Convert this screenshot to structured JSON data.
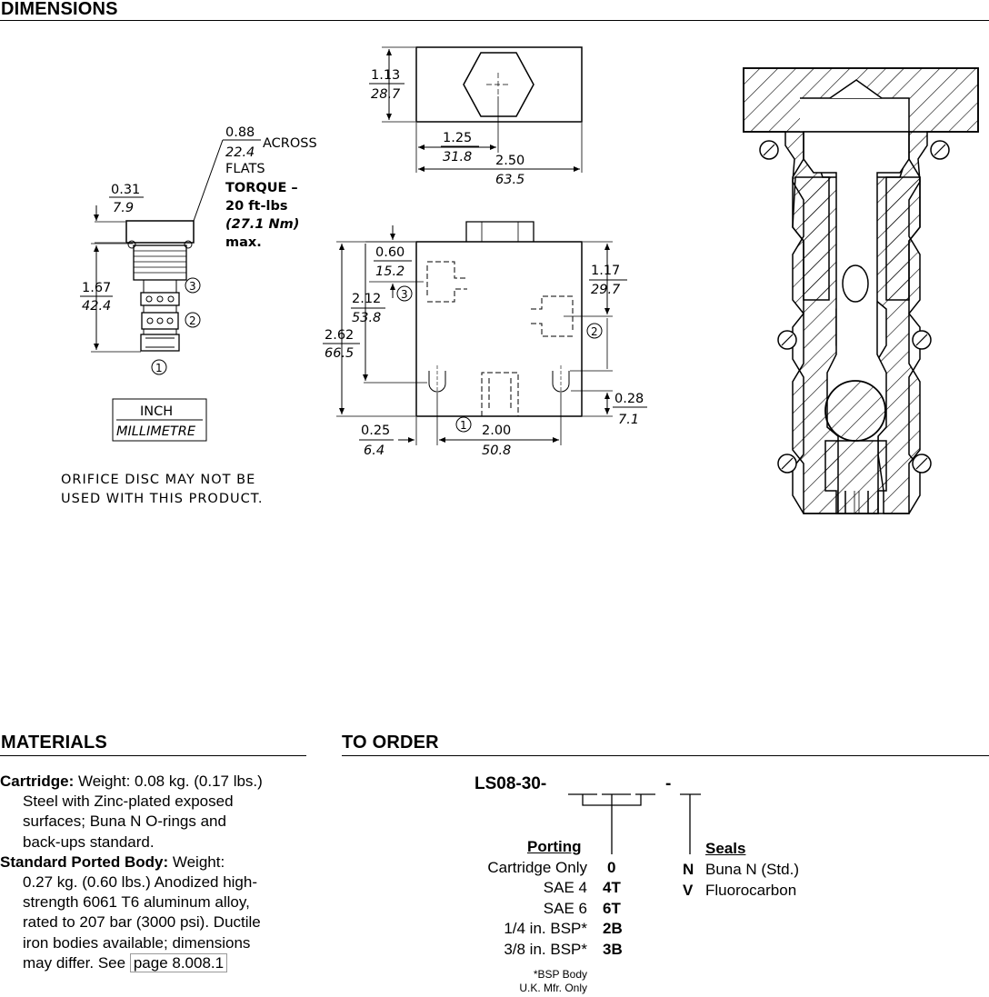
{
  "headers": {
    "dimensions": "DIMENSIONS",
    "materials": "MATERIALS",
    "to_order": "TO ORDER"
  },
  "cartridge_drawing": {
    "across_flats_in": "0.88",
    "across_flats_mm": "22.4",
    "across": "ACROSS",
    "flats": "FLATS",
    "torque_1": "TORQUE –",
    "torque_2": "20 ft-lbs",
    "torque_3": "(27.1 Nm)",
    "torque_4": "max.",
    "hex_in": "0.31",
    "hex_mm": "7.9",
    "len_in": "1.67",
    "len_mm": "42.4",
    "port1": "1",
    "port2": "2",
    "port3": "3"
  },
  "legend": {
    "inch": "INCH",
    "mm": "MILLIMETRE"
  },
  "orifice_note": {
    "line1": "ORIFICE DISC MAY NOT BE",
    "line2": "USED WITH THIS PRODUCT."
  },
  "top_view": {
    "h_in": "1.13",
    "h_mm": "28.7",
    "c_in": "1.25",
    "c_mm": "31.8",
    "w_in": "2.50",
    "w_mm": "63.5"
  },
  "front_view": {
    "p3_in": "0.60",
    "p3_mm": "15.2",
    "p3b_in": "2.12",
    "p3b_mm": "53.8",
    "h_in": "2.62",
    "h_mm": "66.5",
    "p2_in": "1.17",
    "p2_mm": "29.7",
    "mh_in": "0.28",
    "mh_mm": "7.1",
    "l_in": "0.25",
    "l_mm": "6.4",
    "s_in": "2.00",
    "s_mm": "50.8",
    "port1": "1",
    "port2": "2",
    "port3": "3"
  },
  "materials": {
    "cartridge_label": "Cartridge:",
    "cartridge_weight": "Weight: 0.08 kg. (0.17 lbs.)",
    "cartridge_lines": [
      "Steel with Zinc-plated exposed",
      "surfaces; Buna N O-rings and",
      "back-ups standard."
    ],
    "body_label": "Standard Ported Body:",
    "body_weight": "Weight:",
    "body_lines": [
      "0.27 kg. (0.60 lbs.) Anodized high-",
      "strength 6061 T6 aluminum alloy,",
      "rated to 207 bar (3000 psi). Ductile",
      "iron bodies available; dimensions"
    ],
    "body_last_prefix": "may differ. See",
    "page_link": "page 8.008.1"
  },
  "order": {
    "model": "LS08-30-",
    "dash": "-",
    "porting_header": "Porting",
    "porting": [
      {
        "label": "Cartridge Only",
        "code": "0"
      },
      {
        "label": "SAE 4",
        "code": "4T"
      },
      {
        "label": "SAE 6",
        "code": "6T"
      },
      {
        "label": "1/4 in. BSP*",
        "code": "2B"
      },
      {
        "label": "3/8 in. BSP*",
        "code": "3B"
      }
    ],
    "footnote_1": "*BSP Body",
    "footnote_2": "U.K. Mfr. Only",
    "seals_header": "Seals",
    "seals": [
      {
        "code": "N",
        "label": "Buna N (Std.)"
      },
      {
        "code": "V",
        "label": "Fluorocarbon"
      }
    ]
  }
}
